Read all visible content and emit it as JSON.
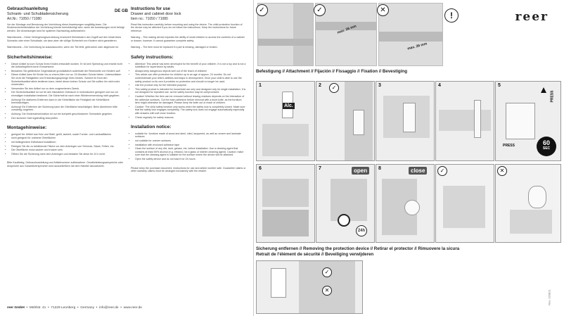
{
  "lang_tag": "DE GB",
  "de": {
    "title": "Gebrauchsanleitung",
    "subtitle": "Schrank- und Schubladensicherung",
    "art": "Art.Nr.: 71050 / 71080",
    "intro": "Vor der Montage und Benutzung der Vorrichtung diese Anweisungen sorgfältig lesen. Die Kindersicherheitsfunktion der Vorrichtung könnte beeinträchtigt sein, wenn die Anweisungen nicht befolgt werden. Die Anweisungen sind für späteren Nachschlag aufbewahren.",
    "warn1": "Warnhinweis – Diese Verriegelungsvorrichtung erschwert Kleinkindern den Zugriff auf den Inhalt eines Schranks oder einer Schublade, sie kann aber die völlige Sicherheit von Kindern nicht garantieren.",
    "warn2": "Warnhinweis – Die Vorrichtung ist auszutauschen, wenn ein Teil fehlt, gebrochen oder abgenutzt ist.",
    "safety_title": "Sicherheitshinweise:",
    "safety": [
      "Dieser Artikel ist zum Schutz Ihres Kindes entwickelt worden. Er ist kein Spielzeug und ersetzt nicht die Aufsichtspflicht durch Erwachsene.",
      "Bewahren Sie gefährliche Gegenstände grundsätzlich außerhalb der Reichweite von Kindern auf!",
      "Dieser Artikel kann für Kinder bis zu einem Alter von ca. 24 Monaten Schutz bieten. Unterschätzen Sie nicht die Fähigkeiten und Entwicklungssprünge Ihres Kindes. Schützt Ihr Kind den Sicherheitsartikel allein bedienen kann, bietet dieser keinen Schutz und Sie sollten ihn nicht mehr verwenden.",
      "Verwenden Sie den Artikel nur zu dem vorgesehenen Zweck.",
      "Der Sicherheitsartikel ist nur für den häuslichen Gebrauch in Innenräumen geeignet und nur zur einmaligen Installation bestimmt. Die Sicherheit ist nach einer Wiederverwendung nicht gegeben.",
      "Achtung! Ein stärkeres Entfernen kann in der Klebefläche die Festigkeit der Klebefläche beeinträchtigen.",
      "Achtung! Ein Entfernen der Sicherung kann die Oberfläche beschädigen. Beim Abnehmen bitte vorsichtig vorgehen.",
      "Achtung: Die Kindersicherfunktion ist nur bei komplett geschlossener Schranktür gegeben.",
      "Den sicheren Halt regelmäßig überprüfen."
    ],
    "install_title": "Montagehinweise:",
    "install": [
      "geeignet für: Möbel aus Holz und Stahl, geölt, lackiert, sowie Furnier- und Laminatflächen",
      "nicht geeignet für unebene Oberflächen",
      "mit beiliegendem Klebeband installieren",
      "Reinigen Sie die zu beklebende Fläche vor dem Anbringen von Schmutz, Staub, Fetten, etc.",
      "Die Oberfläche muss sauber und trocken sein.",
      "Öffnen Sie die Sicherung nicht dem Anbringen und belasten Sie diese für 24 h nicht."
    ],
    "outro": "Bitte Kaufbeleg, Gebrauchsanleitung und Artikelnummer aufbewahren. Gewährleistungsansprüche oder Ansprüche aus Garantieversprechen sind ausschließlich mit dem Händler abzuwickeln."
  },
  "en": {
    "title": "Instructions for use",
    "subtitle": "Drawer and cabinet door lock",
    "art": "Item no.: 71050 / 71080",
    "intro": "Read this instruction carefully before mounting and using the device. The child protective function of the device may be affected if you do not follow the instructions. Keep the instructions for future reference.",
    "warn1": "Warning – This locking device impedes the ability of small children to access the contents of a cabinet or drawer, however, it cannot guarantee complete safety.",
    "warn2": "Warning – The item must be replaced if a part is missing, damaged or broken.",
    "safety_title": "Safety instructions:",
    "safety": [
      "Attention! This article has been developed for the benefit of your children. It is not a toy and is not a substitute for supervision by adults.",
      "Always keep dangerous objects well out of the reach of children!",
      "This article can offer protection for children up to an age of approx. 24 months. Do not underestimate your child's abilities and leaps in development. Once your child is able to use the safety product on its own it provides no protection and should no longer be used.",
      "Use the product only for the intended purpose.",
      "This safety product is intended for household use only and designed only for single installation. It is not designed for repeated use, as the safety function may be compromised.",
      "Caution! Whether the item can be removed without leaving residues depends on the interaction of the adhesive surfaces. Cut the foam adhesive before removal with a blunt knife, as the furniture item might otherwise be damaged. Please keep the knife out of reach of children.",
      "Caution: The child safety function only works when the safety lock is completely closed. Make sure that the safety lock engages completely. The safety lock does not engage automatically especially with drawers with soft close function.",
      "Check regularly for safety reasons."
    ],
    "install_title": "Installation notice:",
    "install": [
      "suitable for: furniture made of wood and steel, oiled, lacquered, as well as veneer and laminate surfaces",
      "not suitable for uneven surfaces",
      "installation with enclosed adhesive tape",
      "Clean the surface of any dirt, dust, grease, etc. before installation. Use a cleaning agent that contains at least 50% alcohol (e.g. ethanol, not a glass or kitchen cleaning agent). Caution: make sure that the cleaning agent is suitable for the surface where the device will be attached.",
      "Open the safety device and do not load it for 24 hours."
    ],
    "outro": "Please keep the purchase document, instructions for use and article number safe. Guarantee claims or other warranty claims must be arranged exclusively with the retailer."
  },
  "footer": {
    "brand": "reer GmbH",
    "addr": "Mühlstr. 41",
    "city": "71229 Leonberg",
    "country": "Germany",
    "email": "info@reer.de",
    "web": "www.reer.de"
  },
  "right": {
    "logo": "reer",
    "top_max1": "max. 26 mm",
    "top_max2": "max. 26 mm",
    "attach_title": "Befestigung // Attachment // Fijación // Fissaggio // Fixation // Bevestiging",
    "remove_title1": "Sicherung entfernen // Removing the protection device // Retirar el protector // Rimuovere la sicura",
    "remove_title2": "Retrait de l'élément de sécurité // Beveiliging verwijderen",
    "steps": [
      "1",
      "2",
      "3",
      "4",
      "5",
      "6",
      "7",
      "8"
    ],
    "alc_label": "Alc.",
    "press_label": "PRESS",
    "timer_value": "60",
    "timer_unit": "SEC",
    "hours_label": "24h",
    "open_label": "open",
    "close_label": "close",
    "rev": "Rev. 020821"
  }
}
